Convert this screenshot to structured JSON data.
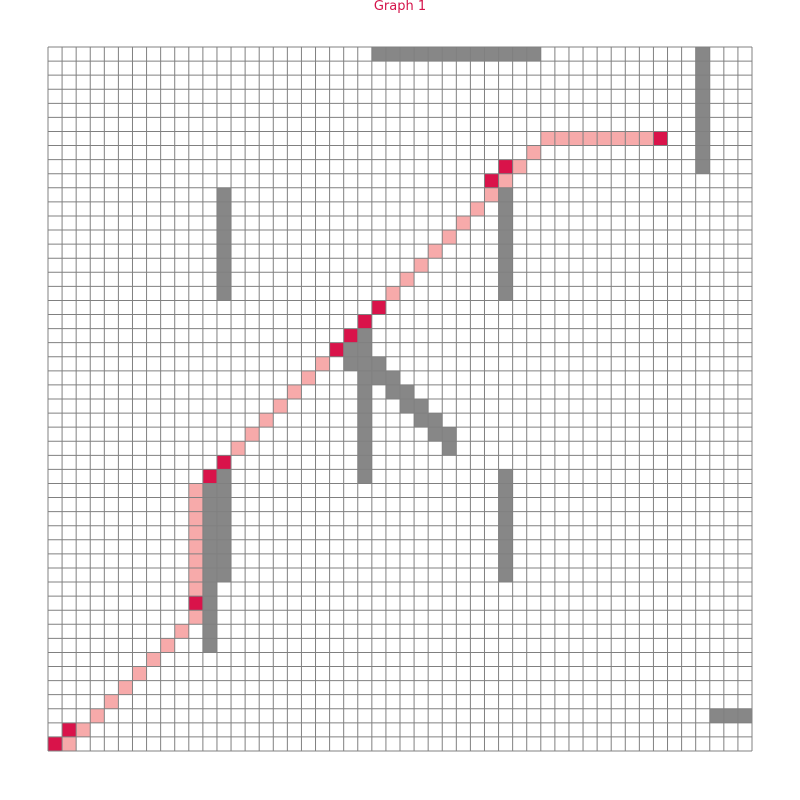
{
  "title": "Graph 1",
  "colors": {
    "title": "#d4134a",
    "grid_line": "#808080",
    "obstacle": "#878787",
    "path": "#f7aaaa",
    "waypoint": "#d9134a",
    "background": "#ffffff"
  },
  "grid": {
    "cols": 50,
    "rows": 50
  },
  "obstacles": [
    [
      23,
      0
    ],
    [
      24,
      0
    ],
    [
      25,
      0
    ],
    [
      26,
      0
    ],
    [
      27,
      0
    ],
    [
      28,
      0
    ],
    [
      29,
      0
    ],
    [
      30,
      0
    ],
    [
      31,
      0
    ],
    [
      32,
      0
    ],
    [
      33,
      0
    ],
    [
      34,
      0
    ],
    [
      46,
      0
    ],
    [
      46,
      1
    ],
    [
      46,
      2
    ],
    [
      46,
      3
    ],
    [
      46,
      4
    ],
    [
      46,
      5
    ],
    [
      46,
      6
    ],
    [
      46,
      7
    ],
    [
      46,
      8
    ],
    [
      12,
      10
    ],
    [
      12,
      11
    ],
    [
      12,
      12
    ],
    [
      12,
      13
    ],
    [
      12,
      14
    ],
    [
      12,
      15
    ],
    [
      12,
      16
    ],
    [
      12,
      17
    ],
    [
      32,
      10
    ],
    [
      32,
      11
    ],
    [
      32,
      12
    ],
    [
      32,
      13
    ],
    [
      32,
      14
    ],
    [
      32,
      15
    ],
    [
      32,
      16
    ],
    [
      32,
      17
    ],
    [
      22,
      19
    ],
    [
      22,
      20
    ],
    [
      21,
      21
    ],
    [
      22,
      21
    ],
    [
      21,
      22
    ],
    [
      22,
      22
    ],
    [
      22,
      23
    ],
    [
      22,
      24
    ],
    [
      22,
      25
    ],
    [
      22,
      26
    ],
    [
      22,
      27
    ],
    [
      22,
      28
    ],
    [
      22,
      29
    ],
    [
      22,
      30
    ],
    [
      23,
      22
    ],
    [
      23,
      23
    ],
    [
      24,
      23
    ],
    [
      24,
      24
    ],
    [
      25,
      24
    ],
    [
      25,
      25
    ],
    [
      26,
      25
    ],
    [
      26,
      26
    ],
    [
      27,
      26
    ],
    [
      27,
      27
    ],
    [
      28,
      27
    ],
    [
      28,
      28
    ],
    [
      32,
      30
    ],
    [
      32,
      31
    ],
    [
      32,
      32
    ],
    [
      32,
      33
    ],
    [
      32,
      34
    ],
    [
      32,
      35
    ],
    [
      32,
      36
    ],
    [
      32,
      37
    ],
    [
      12,
      30
    ],
    [
      12,
      31
    ],
    [
      12,
      32
    ],
    [
      12,
      33
    ],
    [
      12,
      34
    ],
    [
      12,
      35
    ],
    [
      12,
      36
    ],
    [
      12,
      37
    ],
    [
      11,
      31
    ],
    [
      11,
      32
    ],
    [
      11,
      33
    ],
    [
      11,
      34
    ],
    [
      11,
      35
    ],
    [
      11,
      36
    ],
    [
      11,
      37
    ],
    [
      11,
      38
    ],
    [
      11,
      39
    ],
    [
      11,
      40
    ],
    [
      11,
      41
    ],
    [
      11,
      42
    ],
    [
      47,
      47
    ],
    [
      48,
      47
    ],
    [
      49,
      47
    ]
  ],
  "path_cells": [
    [
      1,
      49
    ],
    [
      2,
      48
    ],
    [
      3,
      47
    ],
    [
      4,
      46
    ],
    [
      5,
      45
    ],
    [
      6,
      44
    ],
    [
      7,
      43
    ],
    [
      8,
      42
    ],
    [
      9,
      41
    ],
    [
      10,
      40
    ],
    [
      10,
      39
    ],
    [
      10,
      38
    ],
    [
      10,
      37
    ],
    [
      10,
      36
    ],
    [
      10,
      35
    ],
    [
      10,
      34
    ],
    [
      10,
      33
    ],
    [
      10,
      32
    ],
    [
      10,
      31
    ],
    [
      11,
      30
    ],
    [
      12,
      29
    ],
    [
      13,
      28
    ],
    [
      14,
      27
    ],
    [
      15,
      26
    ],
    [
      16,
      25
    ],
    [
      17,
      24
    ],
    [
      18,
      23
    ],
    [
      19,
      22
    ],
    [
      20,
      21
    ],
    [
      21,
      20
    ],
    [
      22,
      19
    ],
    [
      23,
      18
    ],
    [
      24,
      17
    ],
    [
      25,
      16
    ],
    [
      26,
      15
    ],
    [
      27,
      14
    ],
    [
      28,
      13
    ],
    [
      29,
      12
    ],
    [
      30,
      11
    ],
    [
      31,
      10
    ],
    [
      32,
      9
    ],
    [
      33,
      8
    ],
    [
      34,
      7
    ],
    [
      35,
      6
    ],
    [
      36,
      6
    ],
    [
      37,
      6
    ],
    [
      38,
      6
    ],
    [
      39,
      6
    ],
    [
      40,
      6
    ],
    [
      41,
      6
    ],
    [
      42,
      6
    ]
  ],
  "waypoints": [
    [
      0,
      49
    ],
    [
      1,
      48
    ],
    [
      10,
      39
    ],
    [
      11,
      30
    ],
    [
      12,
      29
    ],
    [
      20,
      21
    ],
    [
      21,
      20
    ],
    [
      22,
      19
    ],
    [
      23,
      18
    ],
    [
      31,
      9
    ],
    [
      32,
      8
    ],
    [
      43,
      6
    ]
  ]
}
